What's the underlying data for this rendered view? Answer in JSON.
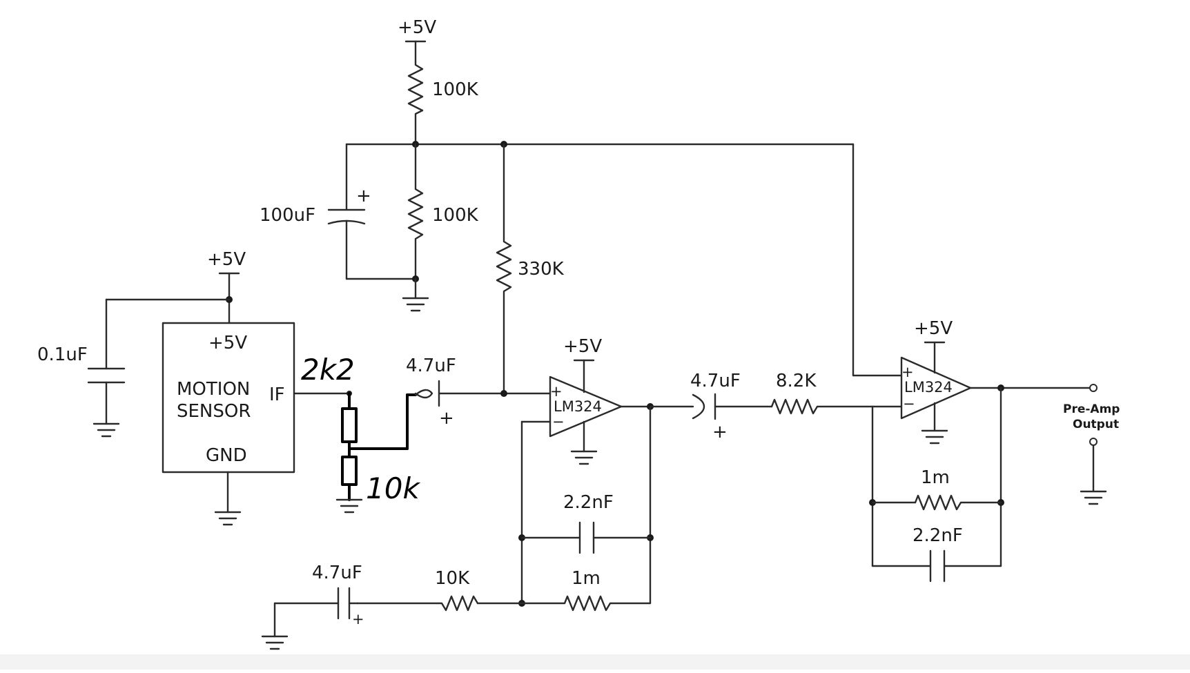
{
  "labels": {
    "vcc_top": "+5V",
    "r_top": "100K",
    "r_bias": "100K",
    "c_bias": "100uF",
    "c_bias_pol": "+",
    "r_330": "330K",
    "sensor_vcc": "+5V",
    "c_decouple": "0.1uF",
    "sensor_pin_vcc": "+5V",
    "sensor_name_1": "MOTION",
    "sensor_name_2": "SENSOR",
    "sensor_pin_if": "IF",
    "sensor_pin_gnd": "GND",
    "hand_r1": "2k2",
    "hand_r2": "10k",
    "c_in1": "4.7uF",
    "c_in1_pol": "+",
    "op1_vcc": "+5V",
    "op1_name": "LM324",
    "op1_plus": "+",
    "op1_minus": "−",
    "c_fb1": "2.2nF",
    "r_fb1": "1m",
    "c_gnd1": "4.7uF",
    "c_gnd1_pol": "+",
    "r_gnd1": "10K",
    "c_in2": "4.7uF",
    "c_in2_pol": "+",
    "r_in2": "8.2K",
    "op2_vcc": "+5V",
    "op2_name": "LM324",
    "op2_plus": "+",
    "op2_minus": "−",
    "r_fb2": "1m",
    "c_fb2": "2.2nF",
    "output_1": "Pre-Amp",
    "output_2": "Output"
  }
}
